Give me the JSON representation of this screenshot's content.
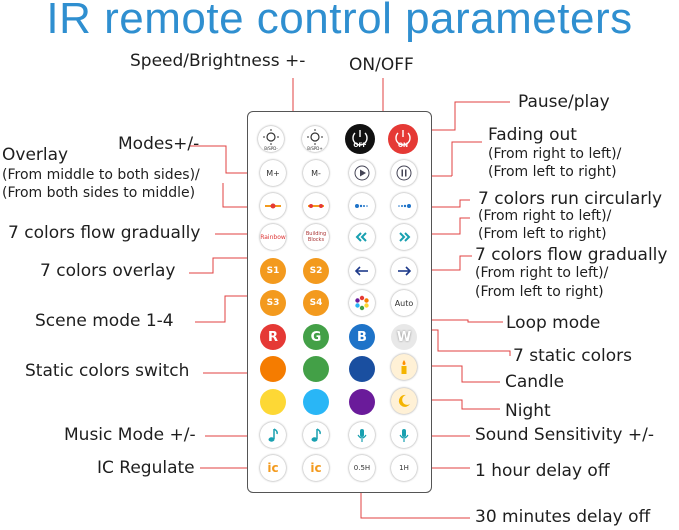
{
  "title": "IR remote control parameters",
  "labels": {
    "speed_brightness": "Speed/Brightness +-",
    "on_off": "ON/OFF",
    "pause_play": "Pause/play",
    "modes": "Modes+/-",
    "fading_out": "Fading out",
    "fading_out_detail_1": "(From right to left)/",
    "fading_out_detail_2": "(From left to right)",
    "overlay": "Overlay",
    "overlay_detail_1": "(From middle to both sides)/",
    "overlay_detail_2": "(From both sides to middle)",
    "run_circularly": "7 colors run circularly",
    "run_circularly_detail_1": "(From right to left)/",
    "run_circularly_detail_2": "(From left to right)",
    "flow_gradually_left": "7 colors flow gradually",
    "flow_gradually_right": "7 colors flow gradually",
    "flow_gradually_detail_1": "(From right to left)/",
    "flow_gradually_detail_2": "(From left to right)",
    "colors_overlay": "7 colors overlay",
    "scene_mode": "Scene mode  1-4",
    "loop_mode": "Loop mode",
    "static_colors": "7 static colors",
    "static_colors_switch": "Static colors switch",
    "candle": "Candle",
    "night": "Night",
    "music_mode": "Music Mode +/-",
    "sound_sensitivity": "Sound Sensitivity +/-",
    "ic_regulate": "IC Regulate",
    "hour_delay": "1 hour delay off",
    "minutes_delay": "30 minutes delay off"
  },
  "buttons": {
    "spd_minus": "B/SPD-",
    "spd_plus": "B/SPD+",
    "off": "OFF",
    "on": "ON",
    "m_plus": "M+",
    "m_minus": "M-",
    "rainbow": "Rainbow",
    "building_blocks": "Building Blocks",
    "s1": "S1",
    "s2": "S2",
    "s3": "S3",
    "s4": "S4",
    "auto": "Auto",
    "r": "R",
    "g": "G",
    "b": "B",
    "w": "W",
    "ic_minus": "ic",
    "ic_plus": "ic",
    "half_hour": "0.5H",
    "one_hour": "1H"
  },
  "colors": {
    "title": "#2f8fd0",
    "red": "#e53935",
    "green": "#43a047",
    "blue": "#1e73c8",
    "white": "#e8e8e8",
    "orange": "#f57c00",
    "light_green": "#66bb44",
    "navy": "#1a4fa0",
    "yellow": "#fdd835",
    "cyan": "#29b6f6",
    "purple": "#6a1b9a",
    "scene": "#f39a1e",
    "leader": "#e04040"
  }
}
